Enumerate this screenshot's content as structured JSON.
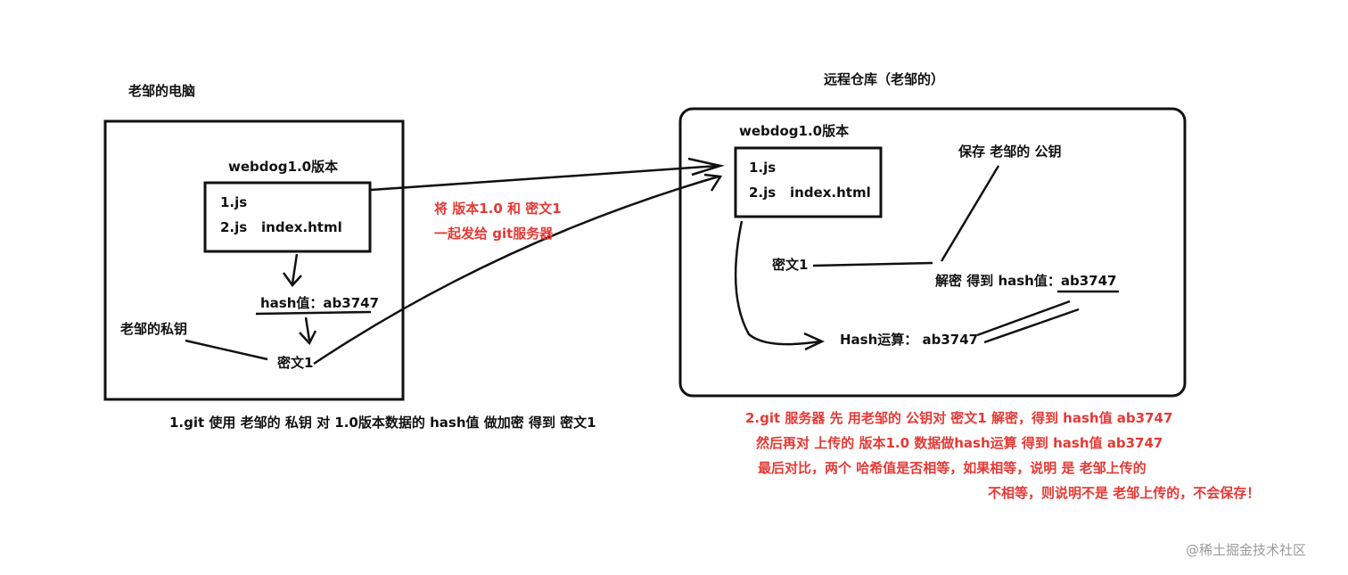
{
  "left": {
    "title": "老邹的电脑",
    "version_label": "webdog1.0版本",
    "file1": "1.js",
    "file2": "2.js",
    "file3": "index.html",
    "hash": "hash值：ab3747",
    "private_key": "老邹的私钥",
    "cipher": "密文1",
    "caption": "1.git 使用 老邹的 私钥 对 1.0版本数据的 hash值 做加密 得到 密文1"
  },
  "middle": {
    "line1": "将 版本1.0 和 密文1",
    "line2": "一起发给 git服务器"
  },
  "right": {
    "title": "远程仓库（老邹的）",
    "version_label": "webdog1.0版本",
    "file1": "1.js",
    "file2": "2.js",
    "file3": "index.html",
    "public_key": "保存 老邹的 公钥",
    "cipher": "密文1",
    "decrypt": "解密 得到 hash值：ab3747",
    "hash_calc": "Hash运算：  ab3747",
    "caption": [
      "2.git 服务器  先 用老邹的 公钥对 密文1 解密，得到 hash值 ab3747",
      "然后再对 上传的 版本1.0 数据做hash运算 得到 hash值 ab3747",
      "最后对比，两个 哈希值是否相等，如果相等，说明 是 老邹上传的",
      "不相等，则说明不是 老邹上传的，不会保存！"
    ]
  },
  "watermark": "@稀土掘金技术社区",
  "colors": {
    "ink": "#111111",
    "accent": "#e53935",
    "watermark": "#9a9a9a"
  }
}
